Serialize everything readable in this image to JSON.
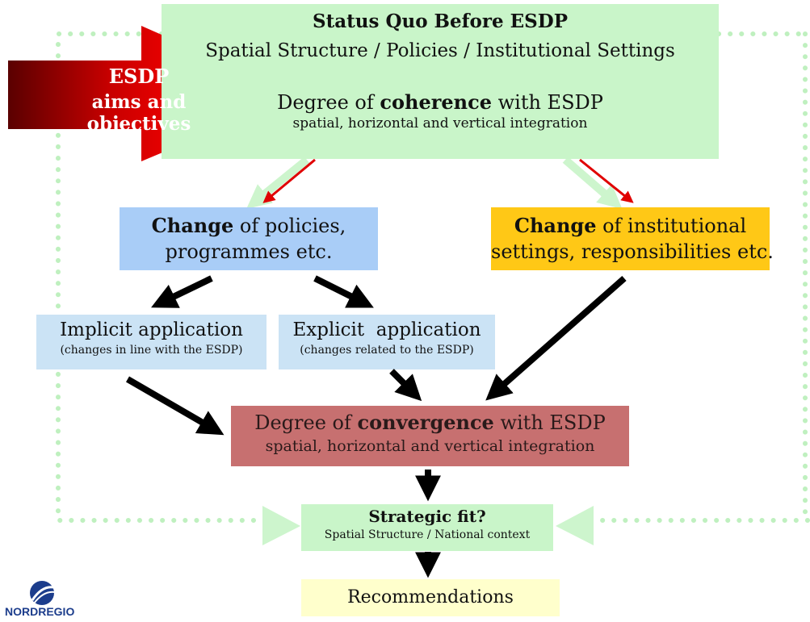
{
  "diagram": {
    "status_quo": {
      "title": "Status Quo Before ESDP",
      "subtitle": "Spatial Structure / Policies / Institutional Settings",
      "coherence_prefix": "Degree of ",
      "coherence_bold": "coherence",
      "coherence_suffix": " with ESDP",
      "integration": "spatial, horizontal and vertical integration"
    },
    "esdp_arrow": {
      "line1": "ESDP",
      "line2": "aims and objectives"
    },
    "policies": {
      "bold": "Change",
      "rest": " of policies,",
      "line2": "programmes etc."
    },
    "institutions": {
      "bold": "Change",
      "rest": " of institutional",
      "line2": "settings, responsibilities etc."
    },
    "implicit": {
      "title": "Implicit application",
      "sub": "(changes in line with the ESDP)"
    },
    "explicit": {
      "title": "Explicit  application",
      "sub": "(changes related to the ESDP)"
    },
    "convergence": {
      "prefix": "Degree of ",
      "bold": "convergence",
      "suffix": " with ESDP",
      "integration": "spatial, horizontal and vertical integration"
    },
    "strategic_fit": {
      "title": "Strategic fit?",
      "sub": "Spatial Structure / National context"
    },
    "recommendations": "Recommendations",
    "logo": {
      "text": "NORDREGIO"
    },
    "colors": {
      "green": "#c9f5c9",
      "blue": "#a9cdf7",
      "orange": "#ffc816",
      "light_blue": "#cbe3f5",
      "red_box": "#c77070",
      "yellow": "#ffffcc",
      "esdp_red": "#e00000",
      "dotted_line": "#bff0bf"
    }
  }
}
